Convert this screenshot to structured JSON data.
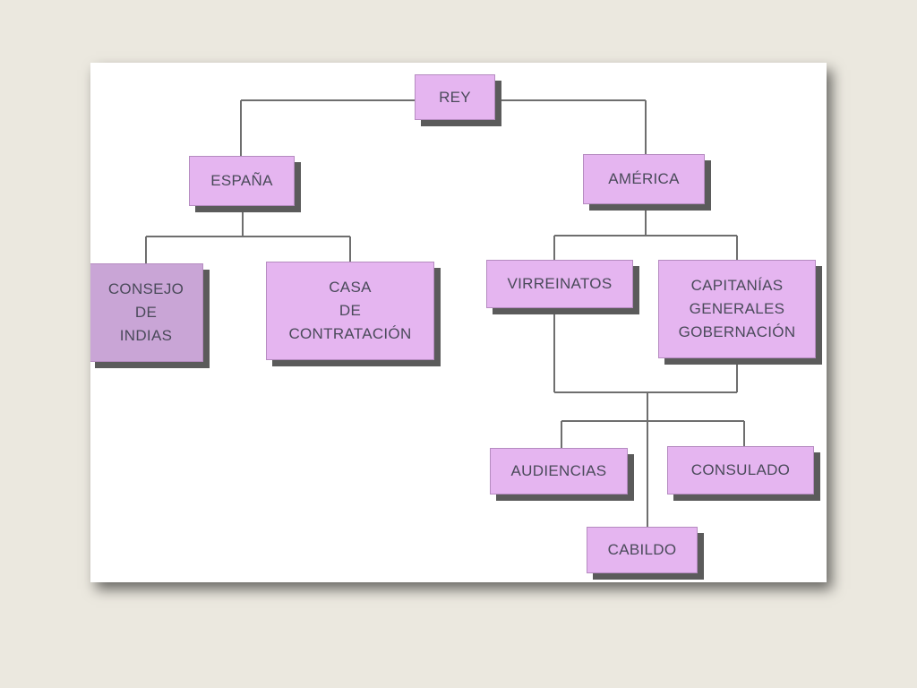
{
  "diagram": {
    "nodes": {
      "rey": [
        "REY"
      ],
      "espana": [
        "ESPAÑA"
      ],
      "america": [
        "AMÉRICA"
      ],
      "consejo": [
        "CONSEJO",
        "DE",
        "INDIAS"
      ],
      "casa": [
        "CASA",
        "DE",
        "CONTRATACIÓN"
      ],
      "virreinatos": [
        "VIRREINATOS"
      ],
      "capitanias": [
        "CAPITANÍAS",
        "GENERALES",
        "GOBERNACIÓN"
      ],
      "audiencias": [
        "AUDIENCIAS"
      ],
      "consulado": [
        "CONSULADO"
      ],
      "cabildo": [
        "CABILDO"
      ]
    },
    "edges": [
      [
        "rey",
        "espana"
      ],
      [
        "rey",
        "america"
      ],
      [
        "espana",
        "consejo"
      ],
      [
        "espana",
        "casa"
      ],
      [
        "america",
        "virreinatos"
      ],
      [
        "america",
        "capitanias"
      ],
      [
        "virreinatos",
        "audiencias"
      ],
      [
        "virreinatos",
        "consulado"
      ],
      [
        "virreinatos",
        "cabildo"
      ],
      [
        "capitanias",
        "audiencias"
      ],
      [
        "capitanias",
        "consulado"
      ],
      [
        "capitanias",
        "cabildo"
      ]
    ]
  },
  "colors": {
    "box_fill": "#e5b5f0",
    "box_shadow": "#5b5b5b",
    "connector": "#6e6e6e",
    "text": "#4a4a5a"
  }
}
